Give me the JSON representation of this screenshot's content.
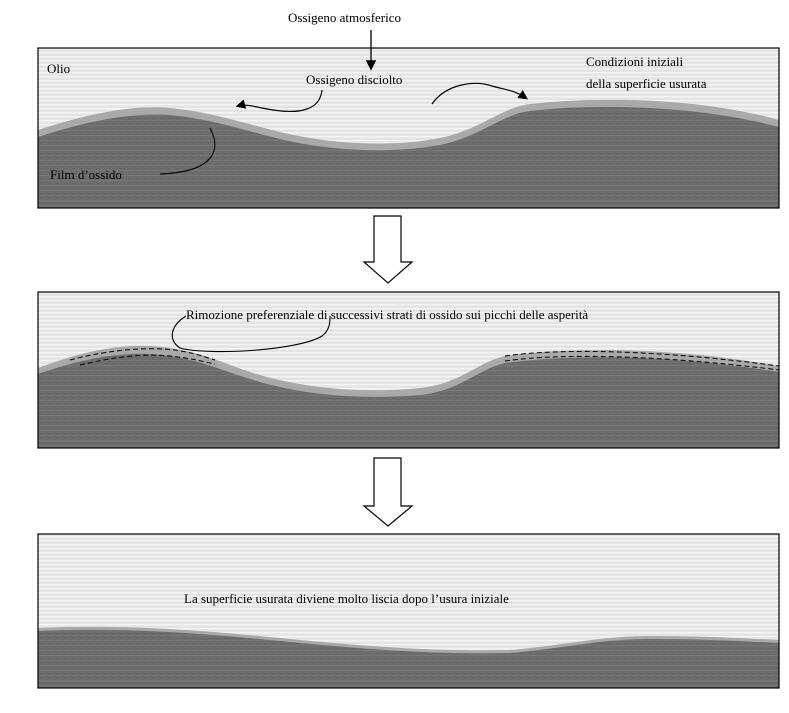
{
  "labels": {
    "ossigeno_atmosferico": "Ossigeno atmosferico",
    "olio": "Olio",
    "ossigeno_disciolto": "Ossigeno disciolto",
    "condizioni_line1": "Condizioni iniziali",
    "condizioni_line2": "della superficie usurata",
    "film_ossido": "Film d’ossido",
    "rimozione": "Rimozione preferenziale di successivi strati di ossido sui picchi delle asperità",
    "superficie_liscia": "La superficie usurata diviene molto liscia dopo l’usura iniziale"
  },
  "colors": {
    "oil": "#e6e6e6",
    "oil_stripe": "#f7f7f7",
    "oxide_film": "#a8a8a8",
    "metal": "#6f6f6f",
    "frame": "#000000",
    "arrow_fill": "#ffffff"
  }
}
